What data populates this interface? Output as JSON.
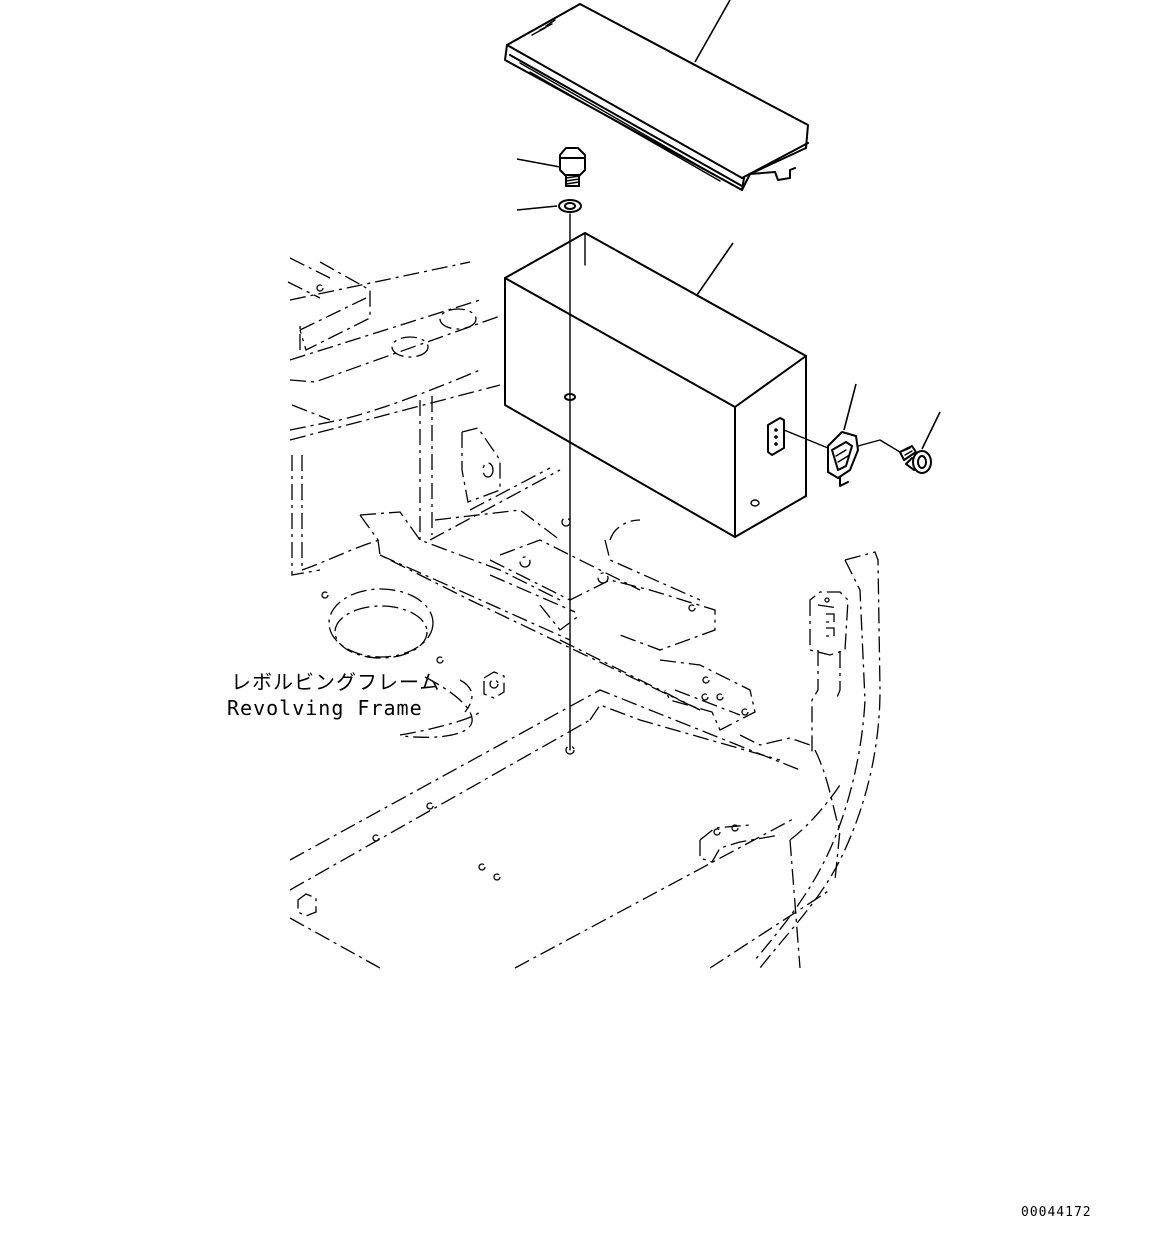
{
  "frame_label": {
    "japanese": "レボルビングフレーム",
    "english": "Revolving Frame"
  },
  "drawing_code": "00044172"
}
